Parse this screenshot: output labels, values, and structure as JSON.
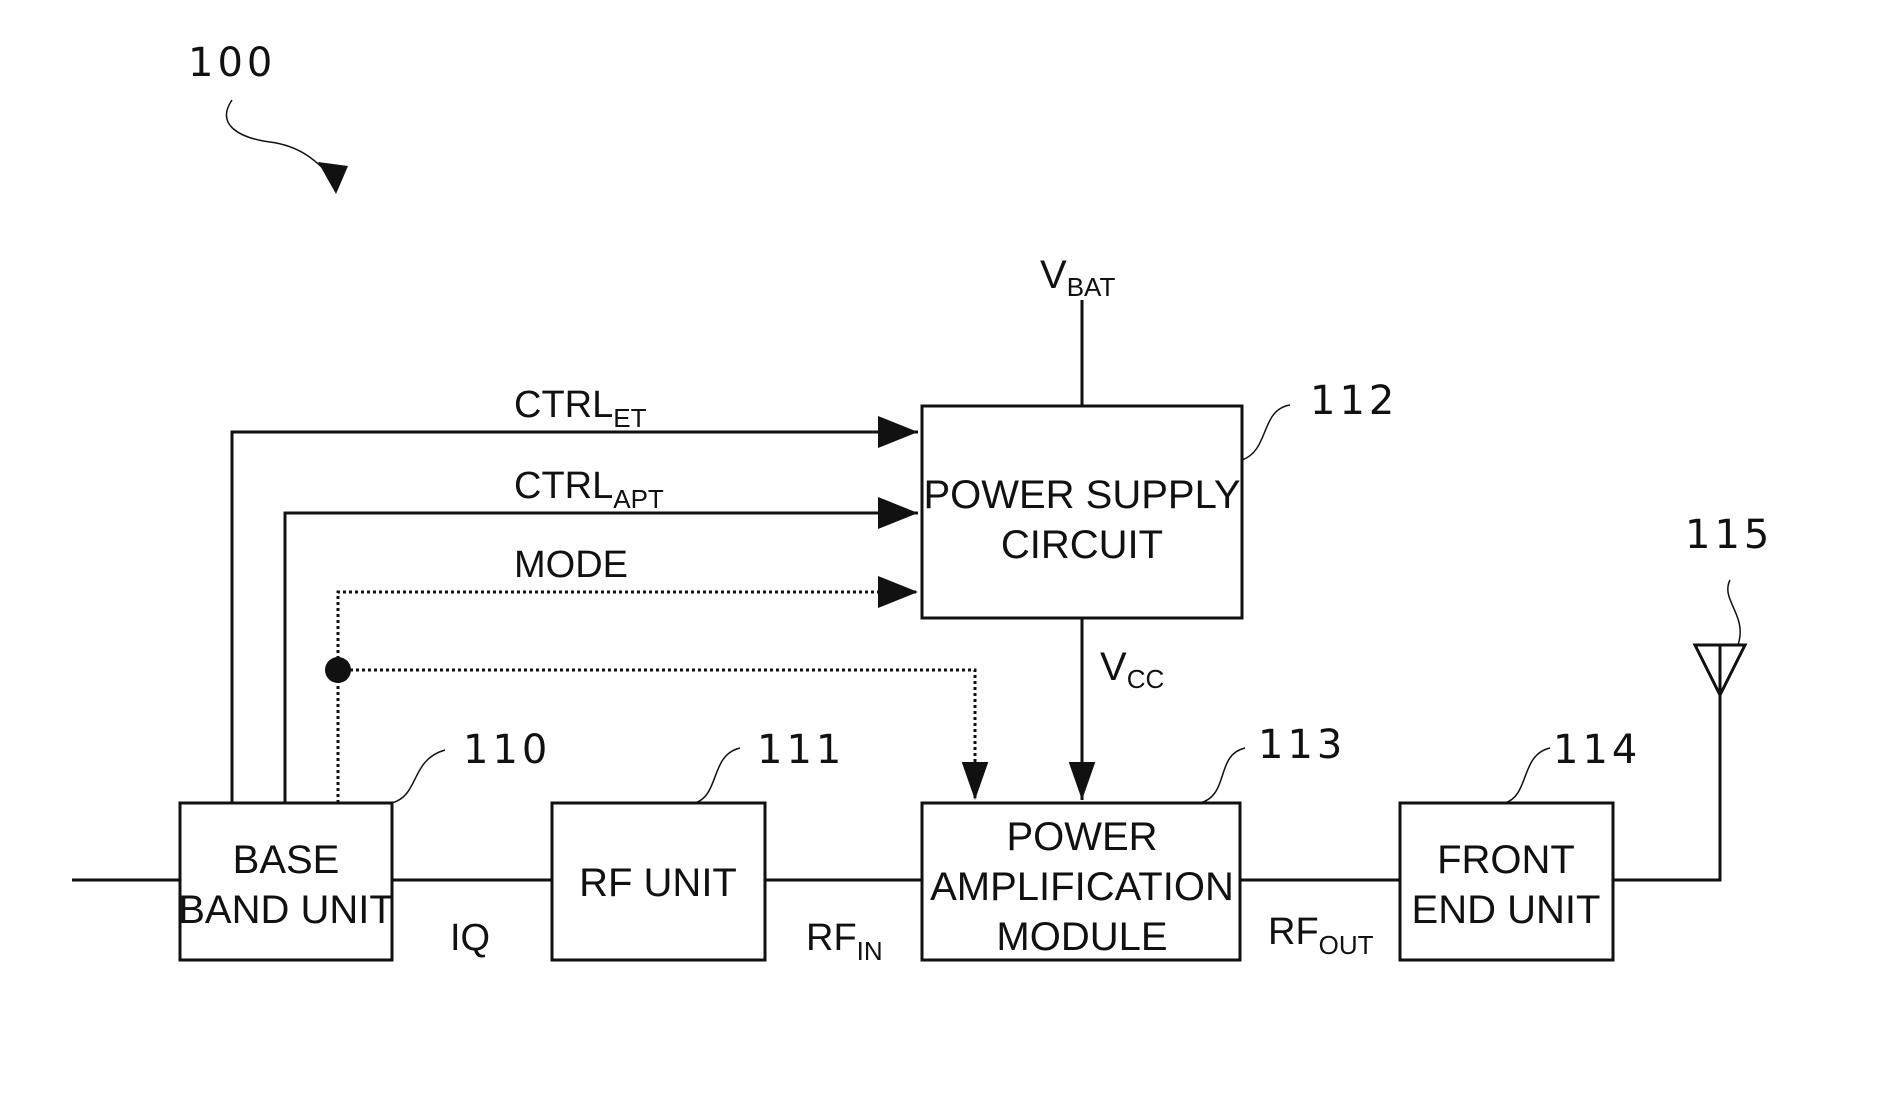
{
  "figure": {
    "ref_number": "100"
  },
  "blocks": {
    "base_band_unit": {
      "ref": "110",
      "line1": "BASE",
      "line2": "BAND UNIT"
    },
    "rf_unit": {
      "ref": "111",
      "line1": "RF UNIT"
    },
    "power_supply_circuit": {
      "ref": "112",
      "line1": "POWER SUPPLY",
      "line2": "CIRCUIT"
    },
    "power_amplification_module": {
      "ref": "113",
      "line1": "POWER",
      "line2": "AMPLIFICATION",
      "line3": "MODULE"
    },
    "front_end_unit": {
      "ref": "114",
      "line1": "FRONT",
      "line2": "END UNIT"
    },
    "antenna": {
      "ref": "115"
    }
  },
  "signals": {
    "ctrl_et": {
      "main": "CTRL",
      "sub": "ET"
    },
    "ctrl_apt": {
      "main": "CTRL",
      "sub": "APT"
    },
    "mode": {
      "main": "MODE"
    },
    "vbat": {
      "main": "V",
      "sub": "BAT"
    },
    "vcc": {
      "main": "V",
      "sub": "CC"
    },
    "iq": {
      "main": "IQ"
    },
    "rf_in": {
      "main": "RF",
      "sub": "IN"
    },
    "rf_out": {
      "main": "RF",
      "sub": "OUT"
    }
  }
}
